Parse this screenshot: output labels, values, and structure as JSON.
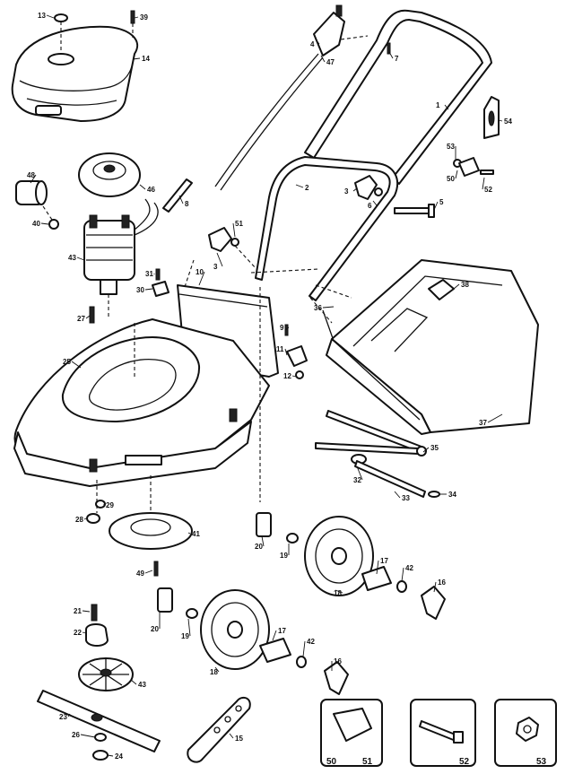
{
  "callouts": [
    {
      "key": "c13",
      "text": "13"
    },
    {
      "key": "c39",
      "text": "39"
    },
    {
      "key": "c14",
      "text": "14"
    },
    {
      "key": "c4",
      "text": "4"
    },
    {
      "key": "c47",
      "text": "47"
    },
    {
      "key": "c7",
      "text": "7"
    },
    {
      "key": "c1",
      "text": "1"
    },
    {
      "key": "c54",
      "text": "54"
    },
    {
      "key": "c53top",
      "text": "53"
    },
    {
      "key": "c50top",
      "text": "50"
    },
    {
      "key": "c52top",
      "text": "52"
    },
    {
      "key": "c48",
      "text": "48"
    },
    {
      "key": "c46",
      "text": "46"
    },
    {
      "key": "c40",
      "text": "40"
    },
    {
      "key": "c8",
      "text": "8"
    },
    {
      "key": "c2",
      "text": "2"
    },
    {
      "key": "c3a",
      "text": "3"
    },
    {
      "key": "c6",
      "text": "6"
    },
    {
      "key": "c5",
      "text": "5"
    },
    {
      "key": "c51",
      "text": "51"
    },
    {
      "key": "c43top",
      "text": "43"
    },
    {
      "key": "c3b",
      "text": "3"
    },
    {
      "key": "c31",
      "text": "31"
    },
    {
      "key": "c30",
      "text": "30"
    },
    {
      "key": "c10",
      "text": "10"
    },
    {
      "key": "c38",
      "text": "38"
    },
    {
      "key": "c36",
      "text": "36"
    },
    {
      "key": "c27",
      "text": "27"
    },
    {
      "key": "c9",
      "text": "9"
    },
    {
      "key": "c11",
      "text": "11"
    },
    {
      "key": "c25",
      "text": "25"
    },
    {
      "key": "c12",
      "text": "12"
    },
    {
      "key": "c37",
      "text": "37"
    },
    {
      "key": "c35",
      "text": "35"
    },
    {
      "key": "c32",
      "text": "32"
    },
    {
      "key": "c33",
      "text": "33"
    },
    {
      "key": "c34right",
      "text": "34"
    },
    {
      "key": "c29",
      "text": "29"
    },
    {
      "key": "c28",
      "text": "28"
    },
    {
      "key": "c41",
      "text": "41"
    },
    {
      "key": "c20a",
      "text": "20"
    },
    {
      "key": "c19a",
      "text": "19"
    },
    {
      "key": "c17a",
      "text": "17"
    },
    {
      "key": "c42a",
      "text": "42"
    },
    {
      "key": "c16a",
      "text": "16"
    },
    {
      "key": "c18a",
      "text": "18"
    },
    {
      "key": "c49",
      "text": "49"
    },
    {
      "key": "c21",
      "text": "21"
    },
    {
      "key": "c22",
      "text": "22"
    },
    {
      "key": "c20b",
      "text": "20"
    },
    {
      "key": "c19b",
      "text": "19"
    },
    {
      "key": "c17b",
      "text": "17"
    },
    {
      "key": "c42b",
      "text": "42"
    },
    {
      "key": "c16b",
      "text": "16"
    },
    {
      "key": "c18b",
      "text": "18"
    },
    {
      "key": "c43bottom",
      "text": "43"
    },
    {
      "key": "c23",
      "text": "23"
    },
    {
      "key": "c26",
      "text": "26"
    },
    {
      "key": "c24",
      "text": "24"
    },
    {
      "key": "c15",
      "text": "15"
    }
  ],
  "boxes": [
    {
      "key": "box-bag",
      "labels": [
        "50",
        "51"
      ]
    },
    {
      "key": "box-bolt",
      "labels": [
        "52"
      ]
    },
    {
      "key": "box-nut",
      "labels": [
        "53"
      ]
    }
  ],
  "colors": {
    "ink": "#111111",
    "paper": "#ffffff"
  }
}
